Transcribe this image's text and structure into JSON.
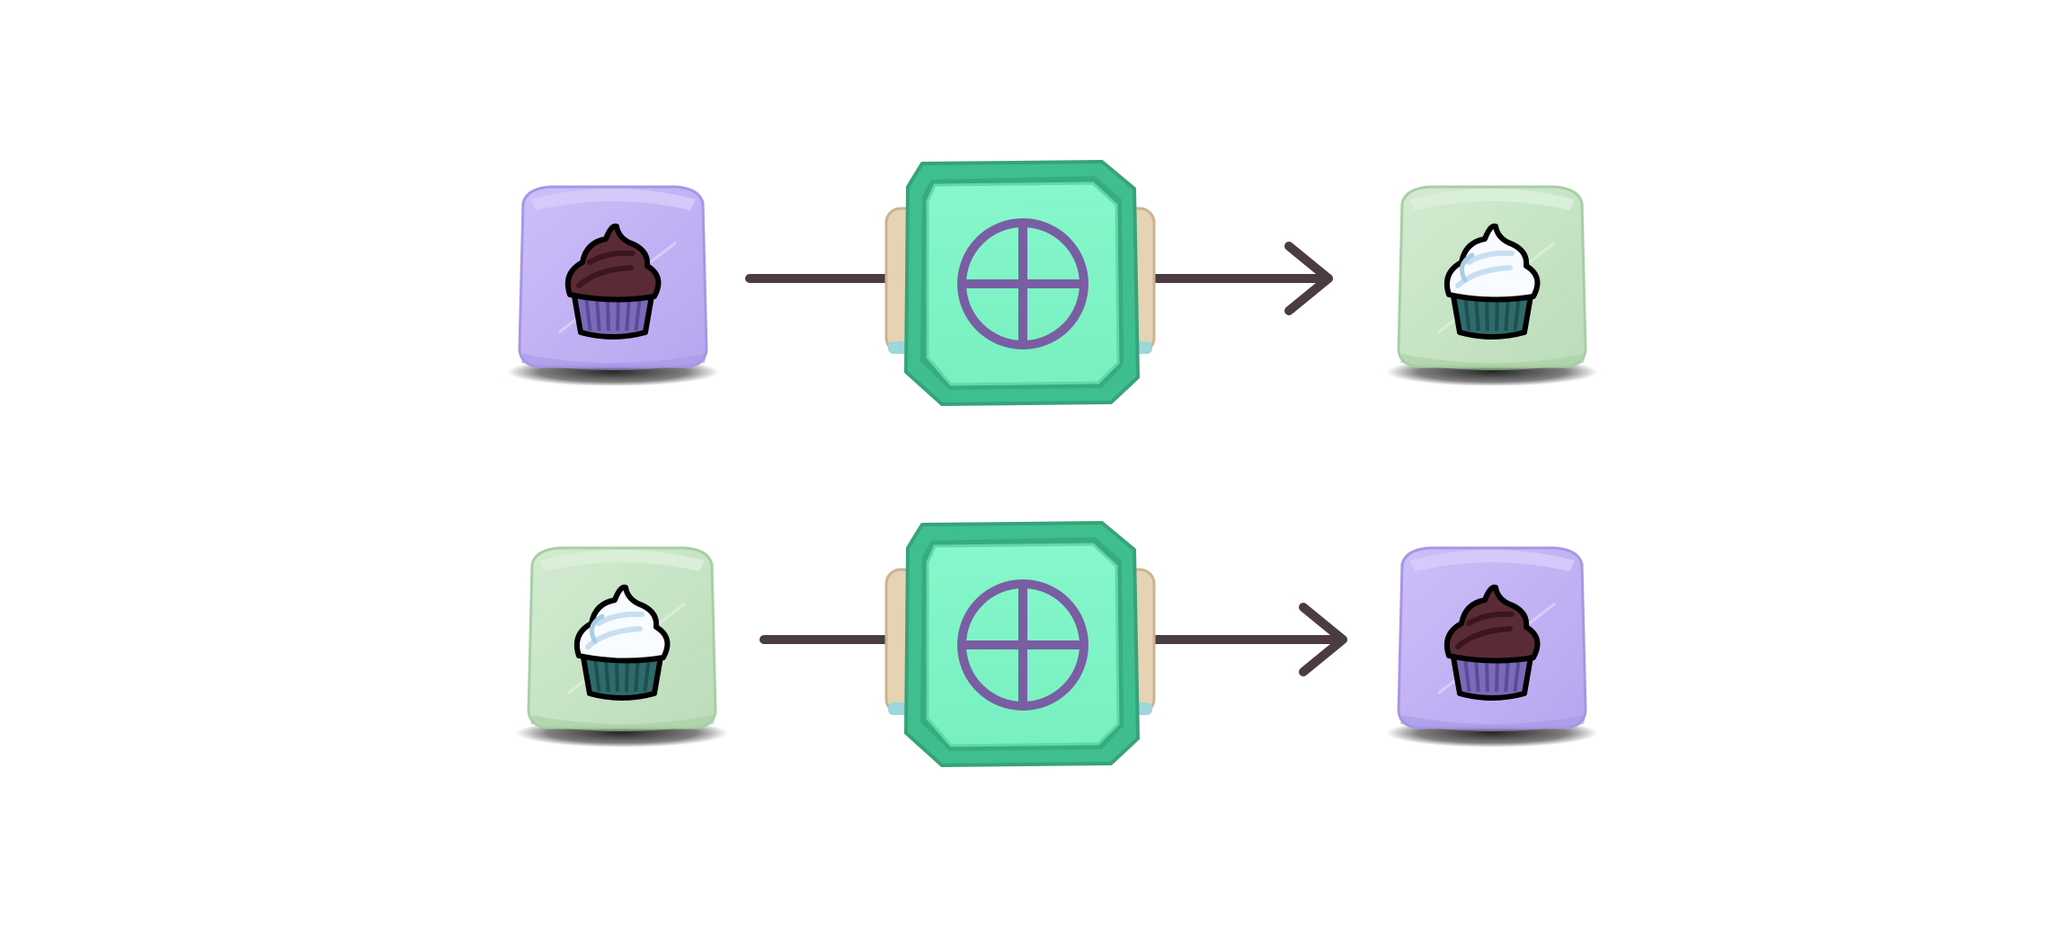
{
  "colors": {
    "background": "#ffffff",
    "arrow": "#4a3c40",
    "box_purple": "#c4b6f5",
    "box_green": "#c8e6c6",
    "machine_face": "#80f5c6",
    "machine_frame": "#3fbf8e",
    "machine_symbol": "#7a5ea4",
    "machine_side": "#e6d3b3"
  },
  "rows": [
    {
      "input": {
        "box_color": "purple",
        "item": "chocolate-cupcake-icon"
      },
      "machine": {
        "symbol": "crosshair-circle-icon"
      },
      "output": {
        "box_color": "green",
        "item": "vanilla-cupcake-icon"
      }
    },
    {
      "input": {
        "box_color": "green",
        "item": "vanilla-cupcake-icon"
      },
      "machine": {
        "symbol": "crosshair-circle-icon"
      },
      "output": {
        "box_color": "purple",
        "item": "chocolate-cupcake-icon"
      }
    }
  ]
}
